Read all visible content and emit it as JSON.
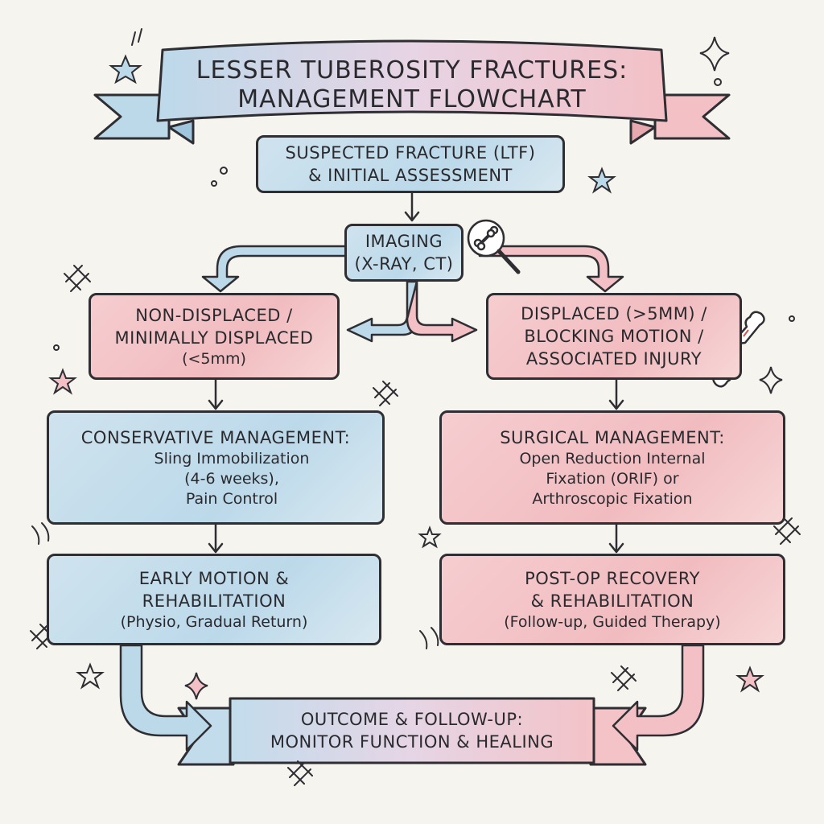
{
  "title": {
    "line1": "LESSER TUBEROSITY FRACTURES:",
    "line2": "MANAGEMENT FLOWCHART"
  },
  "nodes": {
    "start": {
      "line1": "SUSPECTED FRACTURE (LTF)",
      "line2": "& INITIAL ASSESSMENT"
    },
    "imaging": {
      "line1": "IMAGING",
      "line2": "(X-RAY, CT)"
    },
    "nondisplaced": {
      "line1": "NON-DISPLACED /",
      "line2": "MINIMALLY DISPLACED",
      "line3": "(<5mm)"
    },
    "displaced": {
      "line1": "DISPLACED (>5mm) /",
      "line2": "BLOCKING MOTION /",
      "line3": "ASSOCIATED INJURY"
    },
    "conservative": {
      "heading": "CONSERVATIVE MANAGEMENT:",
      "line1": "Sling Immobilization",
      "line2": "(4-6 weeks),",
      "line3": "Pain Control"
    },
    "surgical": {
      "heading": "SURGICAL MANAGEMENT:",
      "line1": "Open Reduction Internal",
      "line2": "Fixation (ORIF) or",
      "line3": "Arthroscopic Fixation"
    },
    "early_motion": {
      "line1": "EARLY MOTION &",
      "line2": "REHABILITATION",
      "line3": "(Physio, Gradual Return)"
    },
    "postop": {
      "line1": "POST-OP RECOVERY",
      "line2": "& REHABILITATION",
      "line3": "(Follow-up, Guided Therapy)"
    },
    "outcome": {
      "line1": "OUTCOME & FOLLOW-UP:",
      "line2": "MONITOR FUNCTION & HEALING"
    }
  },
  "icons": {
    "imaging": "magnifier-bone-icon",
    "nondisplaced": "ruler-icon",
    "displaced": "broken-bone-icon",
    "conservative": "medication-clock-icon",
    "surgical_left": "scalpel-icon",
    "surgical_right": "sutures-icon",
    "early_motion_left": "flexed-arm-icon",
    "early_motion_right": "dumbbell-icon",
    "postop_left": "calendar-icon",
    "postop_right": "handshake-icon"
  },
  "colors": {
    "blue_fill": "#c4dded",
    "pink_fill": "#f3c3c7",
    "outline": "#2e2e33",
    "background": "#f6f4ef"
  }
}
